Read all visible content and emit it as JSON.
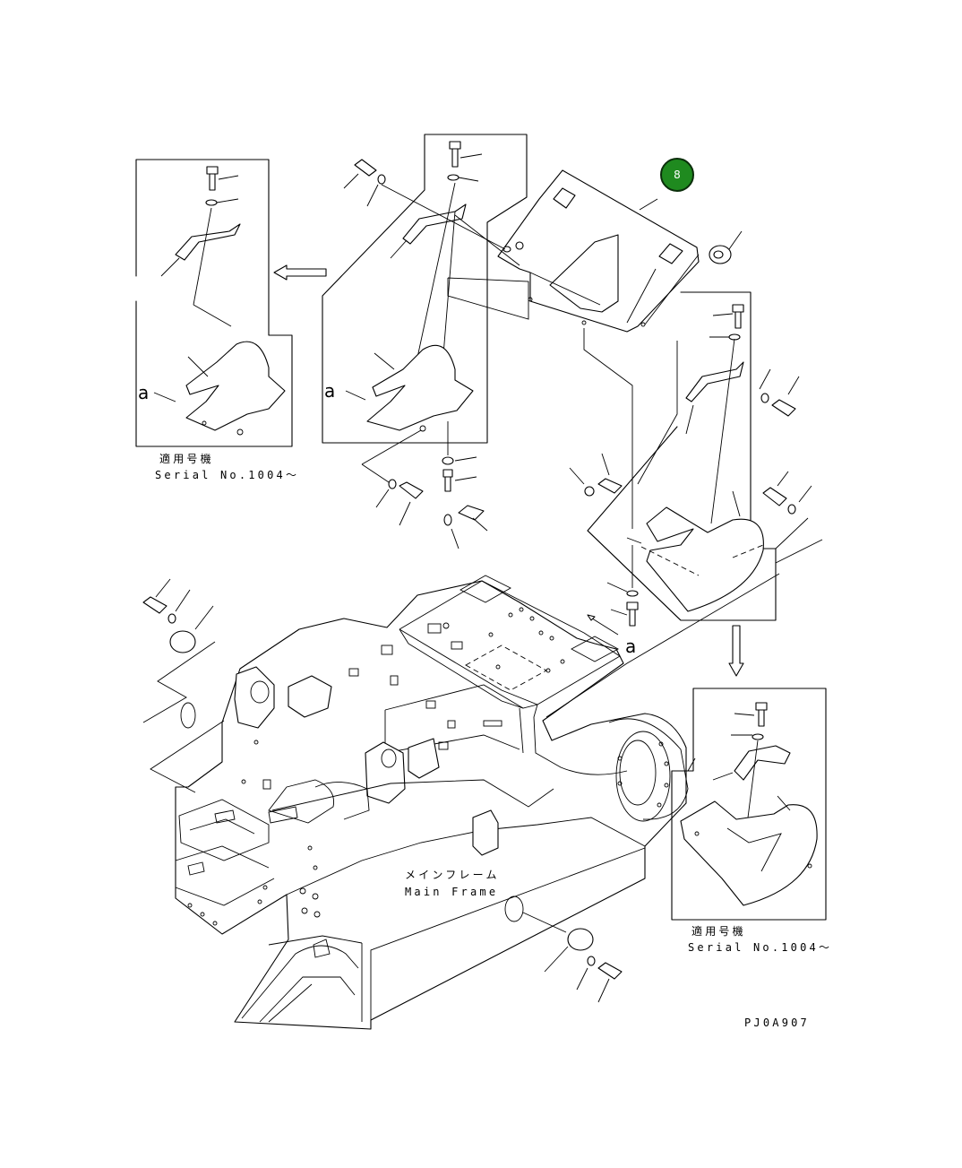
{
  "callout": {
    "number": "8",
    "color": "#1f8a1f"
  },
  "labels": {
    "serial_jp": "適用号機",
    "serial_en": "Serial No.1004～",
    "main_frame_jp": "メインフレーム",
    "main_frame_en": "Main Frame",
    "view_a": "a",
    "drawing_code": "PJ0A907"
  }
}
